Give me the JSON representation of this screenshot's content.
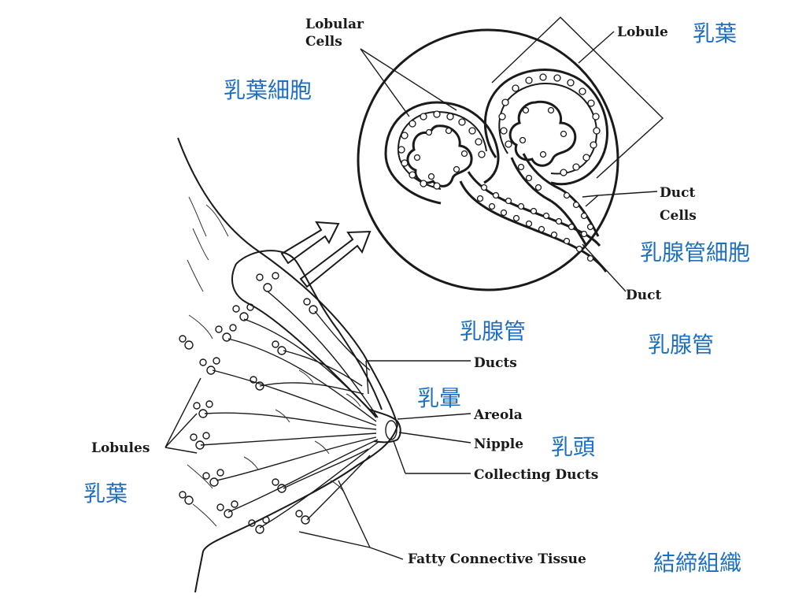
{
  "labels": {
    "lobular_cells": [
      "Lobular",
      "Cells"
    ],
    "lobule": "Lobule",
    "duct_cells": [
      "Duct",
      "Cells"
    ],
    "duct": "Duct",
    "ducts": "Ducts",
    "areola": "Areola",
    "nipple": "Nipple",
    "collecting_ducts": "Collecting Ducts",
    "lobules": "Lobules",
    "fatty_tissue": "Fatty Connective Tissue"
  },
  "japanese": {
    "lobular_cells": "乳葉細胞",
    "lobule": "乳葉",
    "duct_cells": "乳腺管細胞",
    "ducts_center": "乳腺管",
    "ducts_right": "乳腺管",
    "areola": "乳暈",
    "nipple": "乳頭",
    "lobules": "乳葉",
    "fatty_tissue": "結締組織"
  },
  "colors": {
    "japanese_text": "#1f6fc0",
    "line": "#1a1a1a"
  }
}
